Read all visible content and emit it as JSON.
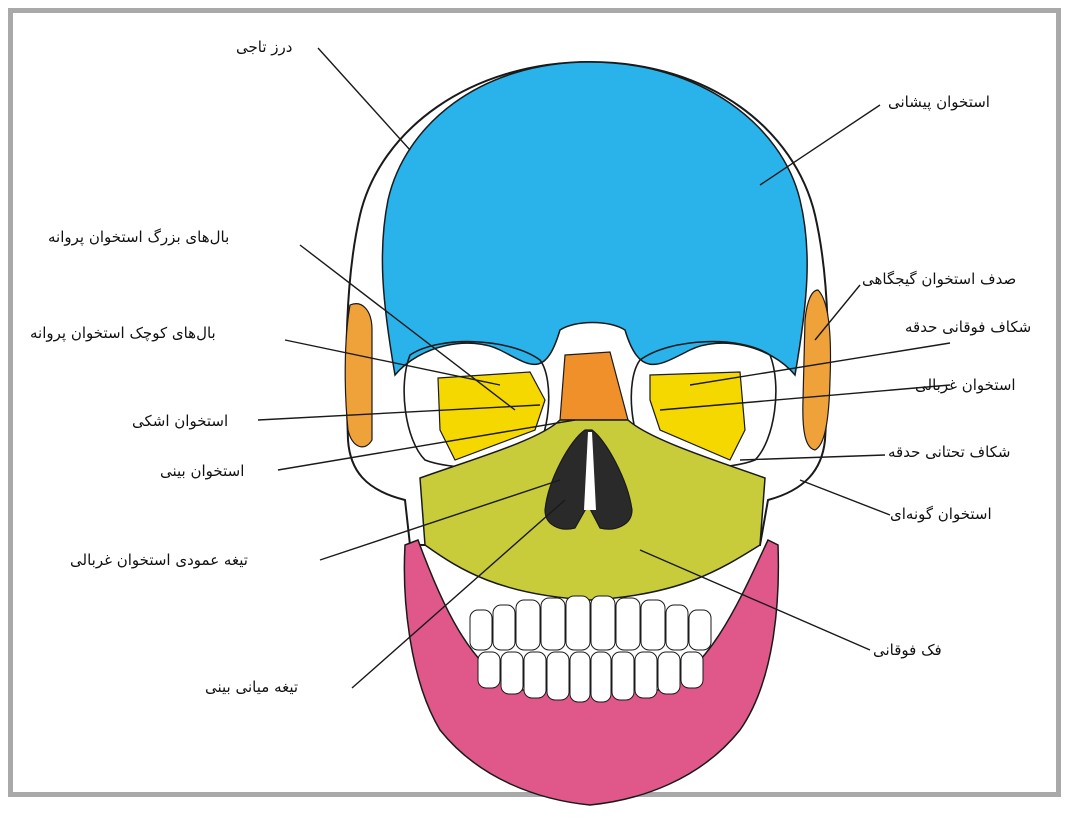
{
  "figure": {
    "colors": {
      "frontal": "#2ab3ea",
      "parietal": "#ffffff",
      "sphenoid": "#f5d800",
      "temporal": "#f0a23a",
      "nasal": "#f0902a",
      "maxilla": "#c8cc3a",
      "mandible": "#e0578a",
      "teeth": "#ffffff",
      "outline": "#1a1a1a",
      "border": "#a9a9a9"
    },
    "labels": {
      "temporal_line": "درز تاجی",
      "frontal_bone": "استخوان پیشانی",
      "greater_wings_sphenoid": "بال‌های بزرگ استخوان پروانه",
      "temporal_squama": "صدف استخوان گیجگاهی",
      "lesser_wings_sphenoid": "بال‌های کوچک استخوان پروانه",
      "superior_orbital_fissure": "شکاف فوقانی حدقه",
      "ethmoid_bone": "استخوان غربالی",
      "lacrimal_bone": "استخوان اشکی",
      "inferior_orbital_fissure": "شکاف تحتانی حدقه",
      "nasal_bone": "استخوان بینی",
      "zygomatic_bone": "استخوان گونه‌ای",
      "middle_nasal_concha_ethmoid": "تیغه عمودی استخوان غربالی",
      "maxilla": "فک فوقانی",
      "nasal_septum": "تیغه میانی بینی"
    }
  }
}
